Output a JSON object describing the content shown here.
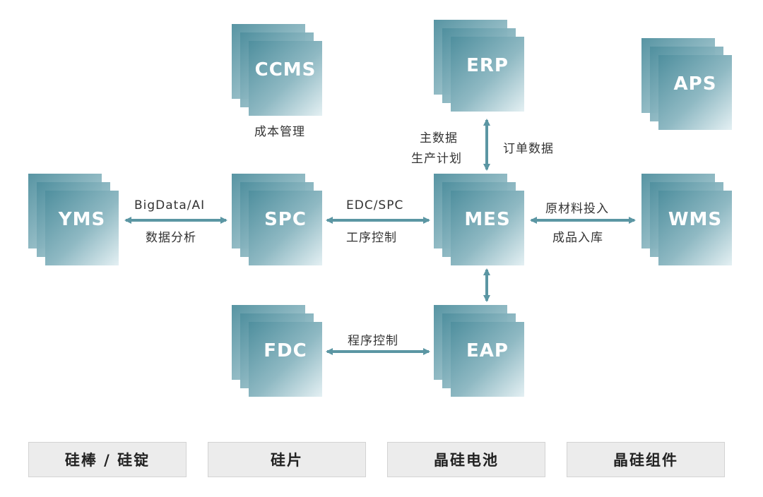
{
  "colors": {
    "arrow": "#5b96a3",
    "tile_dark": "#4f8f9e",
    "tile_light": "#e4f0f3"
  },
  "systems": {
    "ccms": "CCMS",
    "erp": "ERP",
    "aps": "APS",
    "yms": "YMS",
    "spc": "SPC",
    "mes": "MES",
    "wms": "WMS",
    "fdc": "FDC",
    "eap": "EAP"
  },
  "captions": {
    "ccms_desc": "成本管理"
  },
  "links": {
    "yms_spc_top": "BigData/AI",
    "yms_spc_bottom": "数据分析",
    "spc_mes_top": "EDC/SPC",
    "spc_mes_bottom": "工序控制",
    "mes_wms_top": "原材料投入",
    "mes_wms_bottom": "成品入库",
    "erp_mes_left_1": "主数据",
    "erp_mes_left_2": "生产计划",
    "erp_mes_right": "订单数据",
    "fdc_eap": "程序控制"
  },
  "stages": [
    "硅棒 / 硅锭",
    "硅片",
    "晶硅电池",
    "晶硅组件"
  ]
}
